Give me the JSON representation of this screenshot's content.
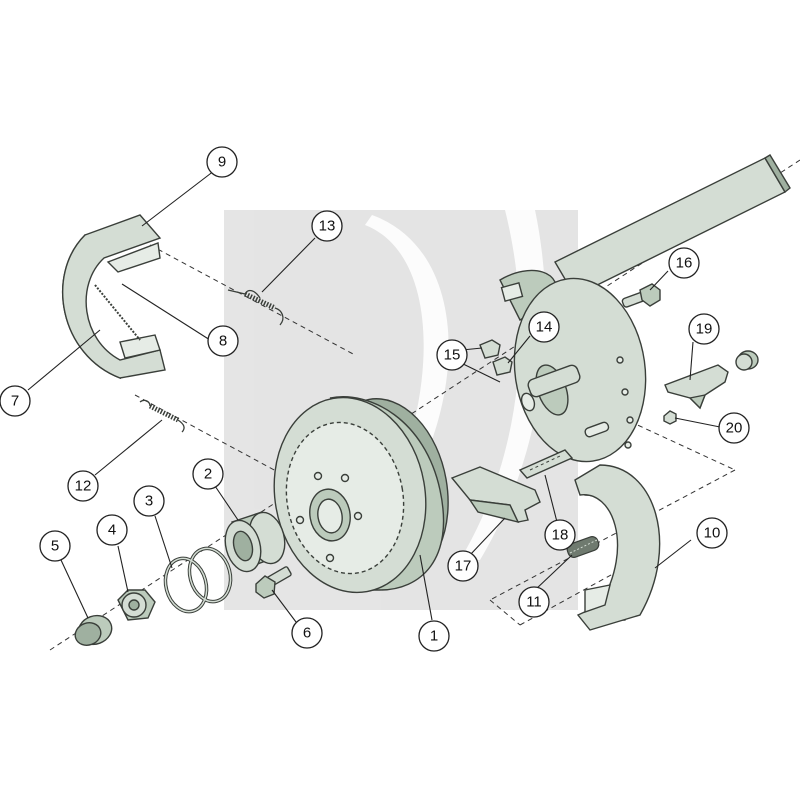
{
  "diagram": {
    "type": "exploded-parts-diagram",
    "callouts": [
      {
        "id": "1",
        "label": "1"
      },
      {
        "id": "2",
        "label": "2"
      },
      {
        "id": "3",
        "label": "3"
      },
      {
        "id": "4",
        "label": "4"
      },
      {
        "id": "5",
        "label": "5"
      },
      {
        "id": "6",
        "label": "6"
      },
      {
        "id": "7",
        "label": "7"
      },
      {
        "id": "8",
        "label": "8"
      },
      {
        "id": "9",
        "label": "9"
      },
      {
        "id": "10",
        "label": "10"
      },
      {
        "id": "11",
        "label": "11"
      },
      {
        "id": "12",
        "label": "12"
      },
      {
        "id": "13",
        "label": "13"
      },
      {
        "id": "14",
        "label": "14"
      },
      {
        "id": "15",
        "label": "15"
      },
      {
        "id": "16",
        "label": "16"
      },
      {
        "id": "17",
        "label": "17"
      },
      {
        "id": "18",
        "label": "18"
      },
      {
        "id": "19",
        "label": "19"
      },
      {
        "id": "20",
        "label": "20"
      }
    ],
    "colors": {
      "part_fill": "#d4ddd4",
      "part_shadow": "#9fb0a0",
      "outline": "#3a3f3a",
      "watermark": "#e0e0e0"
    }
  }
}
